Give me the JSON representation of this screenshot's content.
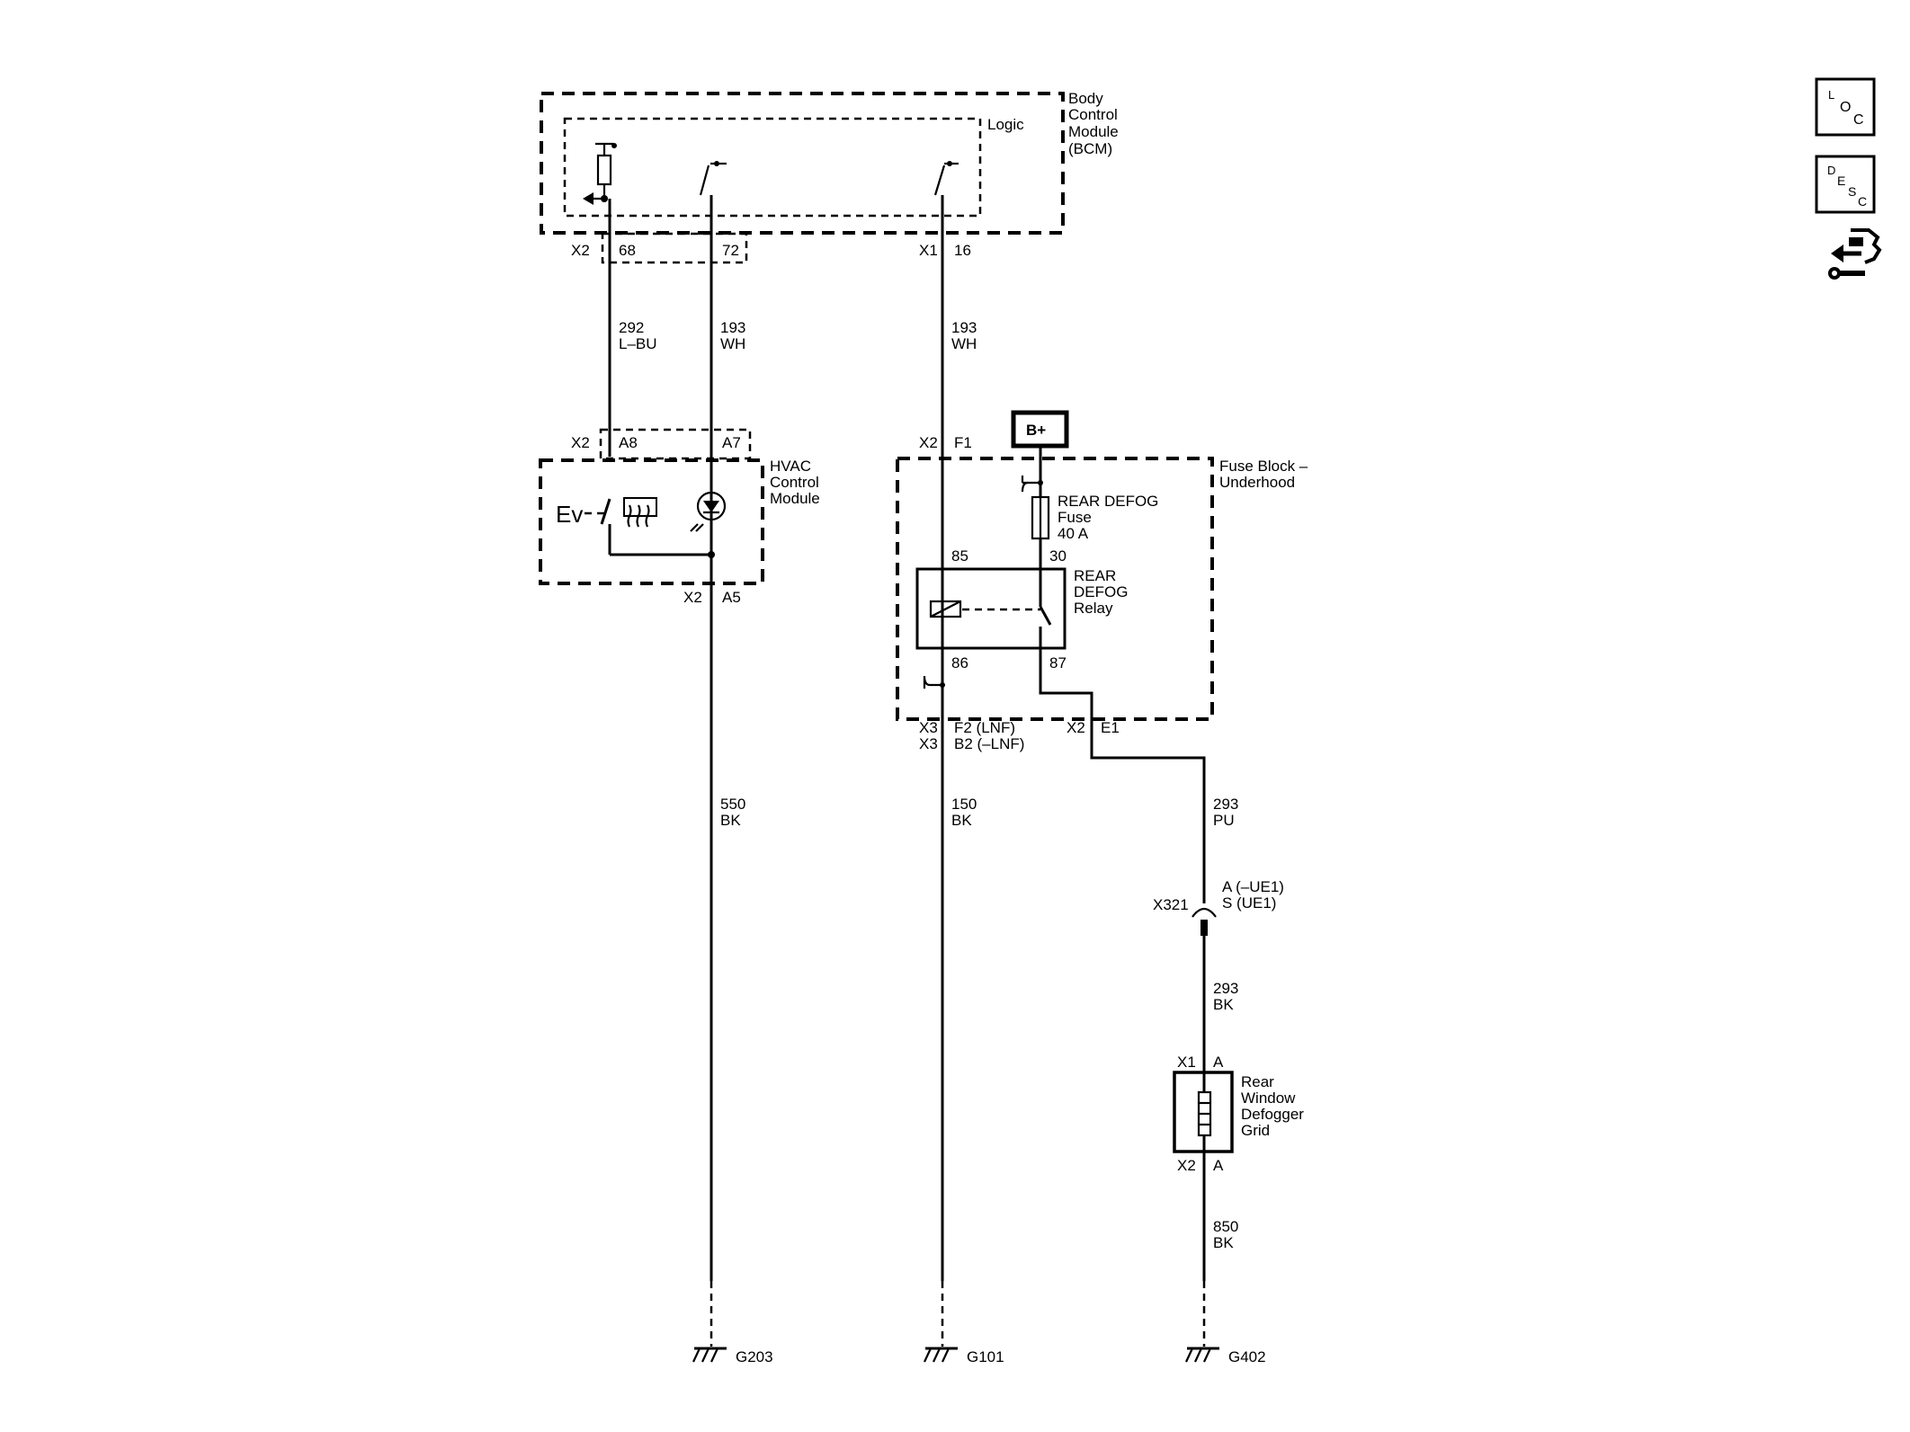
{
  "bcm": {
    "name": [
      "Body",
      "Control",
      "Module",
      "(BCM)"
    ],
    "logic": "Logic",
    "pins": {
      "conn_x2": "X2",
      "pin68": "68",
      "pin72": "72",
      "conn_x1": "X1",
      "pin16": "16"
    }
  },
  "wires": {
    "w292": [
      "292",
      "L–BU"
    ],
    "w193a": [
      "193",
      "WH"
    ],
    "w193b": [
      "193",
      "WH"
    ],
    "w550": [
      "550",
      "BK"
    ],
    "w150": [
      "150",
      "BK"
    ],
    "w293pu": [
      "293",
      "PU"
    ],
    "w293bk": [
      "293",
      "BK"
    ],
    "w850": [
      "850",
      "BK"
    ]
  },
  "hvac": {
    "name": [
      "HVAC",
      "Control",
      "Module"
    ],
    "pins": {
      "conn_top": "X2",
      "a8": "A8",
      "a7": "A7",
      "conn_bot": "X2",
      "a5": "A5"
    },
    "ev_label": "Ev"
  },
  "fuse_block": {
    "name": [
      "Fuse Block –",
      "Underhood"
    ],
    "battery": "B+",
    "fuse": [
      "REAR DEFOG",
      "Fuse",
      "40 A"
    ],
    "relay": [
      "REAR",
      "DEFOG",
      "Relay"
    ],
    "pins": {
      "conn_f1": "X2",
      "f1": "F1",
      "p85": "85",
      "p30": "30",
      "p86": "86",
      "p87": "87",
      "conn_x3a": "X3",
      "f2": "F2 (LNF)",
      "conn_x3b": "X3",
      "b2": "B2 (–LNF)",
      "conn_e1": "X2",
      "e1": "E1"
    }
  },
  "connector_x321": {
    "id": "X321",
    "pins": [
      "A (–UE1)",
      "S (UE1)"
    ]
  },
  "defogger": {
    "name": [
      "Rear",
      "Window",
      "Defogger",
      "Grid"
    ],
    "pins": {
      "top_conn": "X1",
      "top_pin": "A",
      "bot_conn": "X2",
      "bot_pin": "A"
    }
  },
  "grounds": {
    "g203": "G203",
    "g101": "G101",
    "g402": "G402"
  },
  "side_icons": [
    "loc-icon",
    "desc-icon",
    "connector-info-icon"
  ],
  "side_icon_text": {
    "loc": [
      "L",
      "O",
      "C"
    ],
    "desc": [
      "D",
      "E",
      "S",
      "C"
    ]
  }
}
